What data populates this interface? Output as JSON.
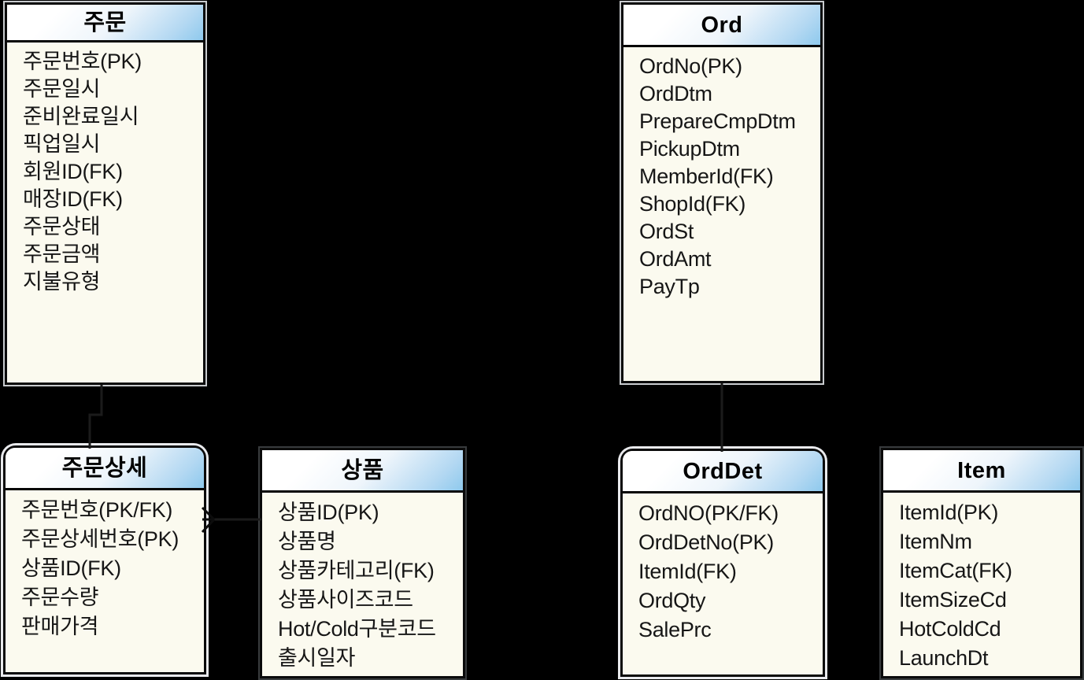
{
  "diagram": {
    "kind": "entity-relationship-diagram",
    "background_color": "#000000",
    "table_body_color": "#fbfaef",
    "table_border_color": "#0a0a0a",
    "header_gradient": [
      "#ffffff",
      "#8ec9ed"
    ],
    "entities": [
      {
        "id": "order-kr",
        "title": "주문",
        "fields": [
          "주문번호(PK)",
          "주문일시",
          "준비완료일시",
          "픽업일시",
          "회원ID(FK)",
          "매장ID(FK)",
          "주문상태",
          "주문금액",
          "지불유형"
        ]
      },
      {
        "id": "ord-en",
        "title": "Ord",
        "fields": [
          "OrdNo(PK)",
          "OrdDtm",
          "PrepareCmpDtm",
          "PickupDtm",
          "MemberId(FK)",
          "ShopId(FK)",
          "OrdSt",
          "OrdAmt",
          "PayTp"
        ]
      },
      {
        "id": "order-detail-kr",
        "title": "주문상세",
        "fields": [
          "주문번호(PK/FK)",
          "주문상세번호(PK)",
          "상품ID(FK)",
          "주문수량",
          "판매가격"
        ]
      },
      {
        "id": "product-kr",
        "title": "상품",
        "fields": [
          "상품ID(PK)",
          "상품명",
          "상품카테고리(FK)",
          "상품사이즈코드",
          "Hot/Cold구분코드",
          "출시일자"
        ]
      },
      {
        "id": "orddet-en",
        "title": "OrdDet",
        "fields": [
          "OrdNO(PK/FK)",
          "OrdDetNo(PK)",
          "ItemId(FK)",
          "OrdQty",
          "SalePrc"
        ]
      },
      {
        "id": "item-en",
        "title": "Item",
        "fields": [
          "ItemId(PK)",
          "ItemNm",
          "ItemCat(FK)",
          "ItemSizeCd",
          "HotColdCd",
          "LaunchDt"
        ]
      }
    ],
    "relationships": [
      {
        "from": "order-kr",
        "to": "order-detail-kr",
        "note": "vertical connector, nearly invisible on black background"
      },
      {
        "from": "ord-en",
        "to": "orddet-en",
        "note": "vertical connector, nearly invisible on black background"
      },
      {
        "from": "product-kr",
        "to": "order-detail-kr",
        "note": "horizontal connector with crow's foot at order-detail side"
      }
    ]
  }
}
